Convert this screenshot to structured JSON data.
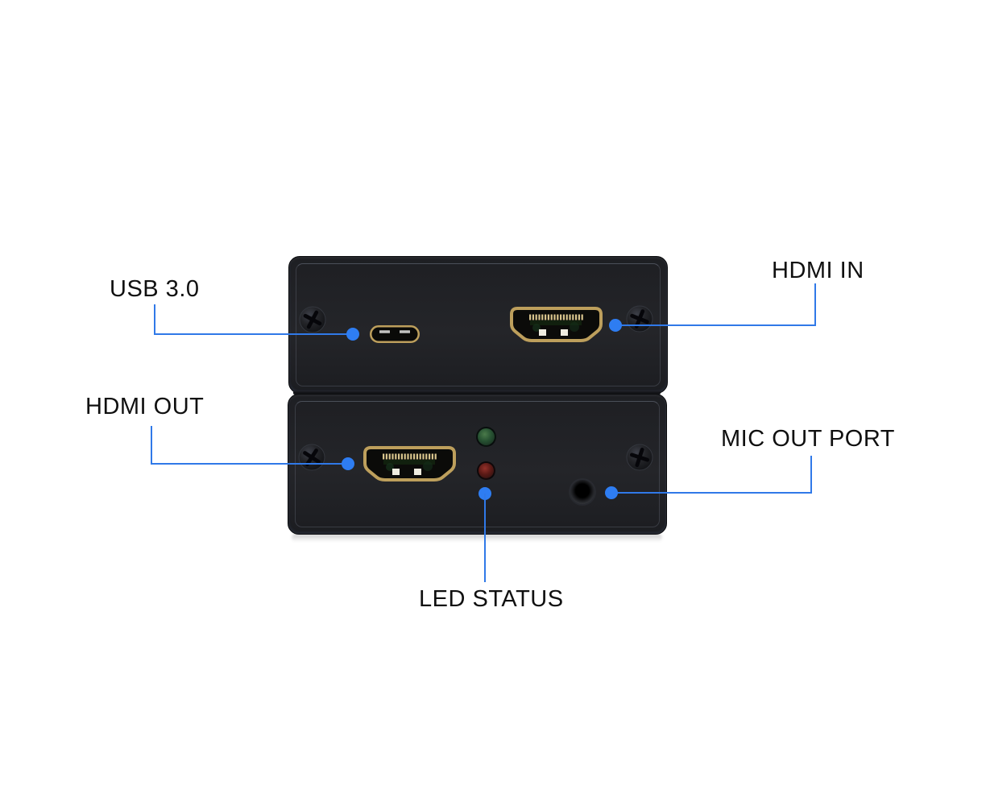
{
  "page": {
    "background_color": "#ffffff"
  },
  "device": {
    "body_color": "#222428",
    "gold_connector_color": "#bd9f5c",
    "led_green_color": "#2f5c38",
    "led_red_color": "#77211b",
    "callout_color": "#2e7df2",
    "label_text_color": "#101010"
  },
  "callouts": {
    "usb": {
      "label": "USB 3.0"
    },
    "hdmi_in": {
      "label": "HDMI IN"
    },
    "hdmi_out": {
      "label": "HDMI OUT"
    },
    "mic_out": {
      "label": "MIC OUT PORT"
    },
    "led_status": {
      "label": "LED STATUS"
    }
  }
}
